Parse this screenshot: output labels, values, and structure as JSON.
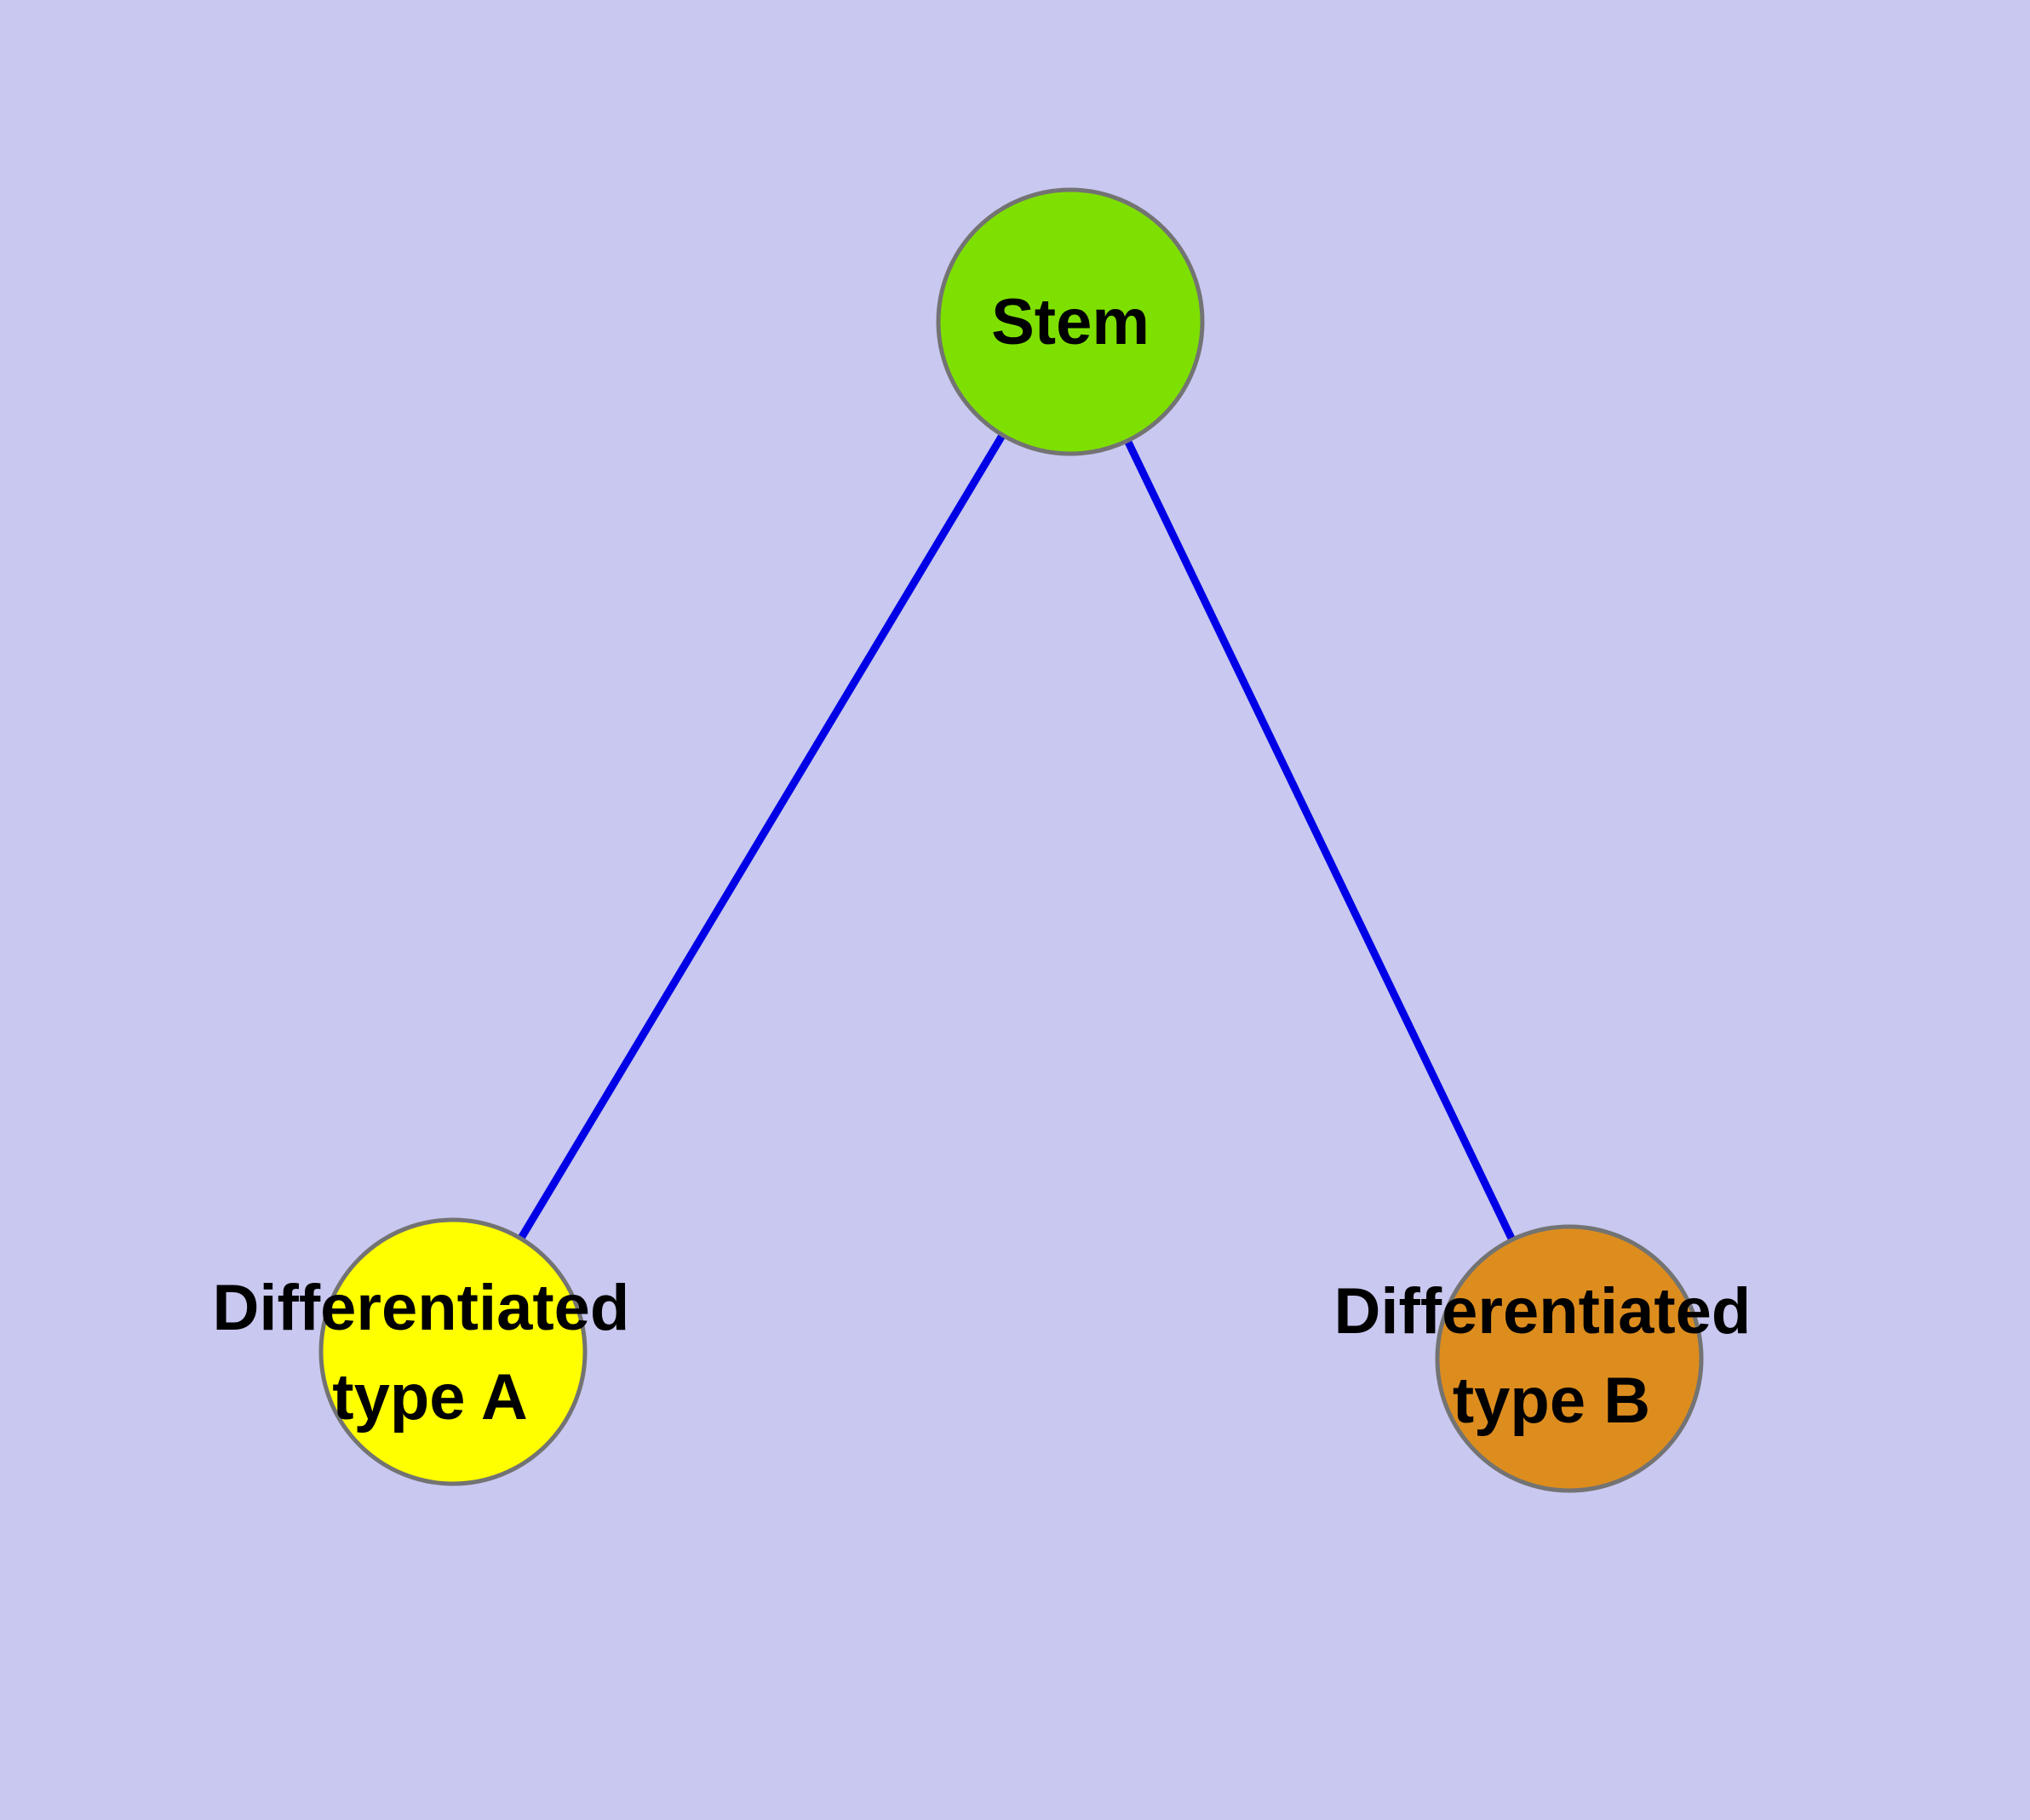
{
  "diagram": {
    "background_color": "#c8c8f0",
    "edge_color": "#0000e6",
    "node_border_color": "#737373",
    "nodes": [
      {
        "id": "stem",
        "label_lines": [
          "Stem"
        ],
        "color": "#7ee000"
      },
      {
        "id": "differentiated-type-a",
        "label_lines": [
          "Differentiated",
          "type A"
        ],
        "color": "#ffff00"
      },
      {
        "id": "differentiated-type-b",
        "label_lines": [
          "Differentiated",
          "type B"
        ],
        "color": "#dd8d1e"
      }
    ],
    "edges": [
      {
        "from": "stem",
        "to": "differentiated-type-a"
      },
      {
        "from": "stem",
        "to": "differentiated-type-b"
      }
    ]
  }
}
